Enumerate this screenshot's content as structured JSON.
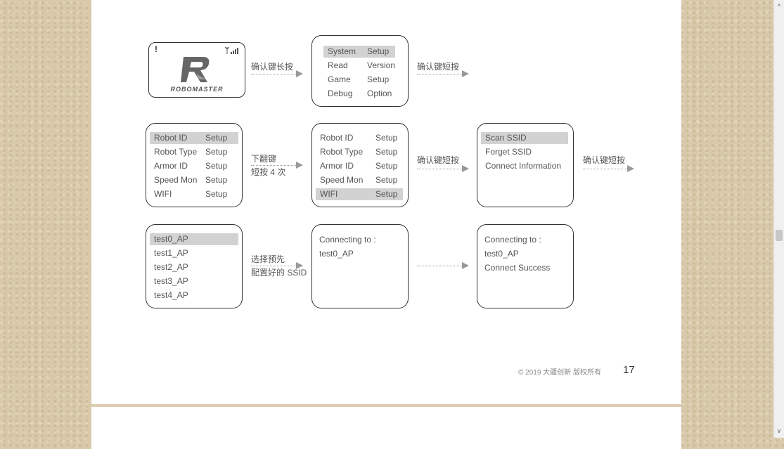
{
  "splash": {
    "alert": "!",
    "brand": "ROBOMASTER"
  },
  "row1": {
    "label1": "确认键长按",
    "menu": [
      {
        "c1": "System",
        "c2": "Setup",
        "hl": true
      },
      {
        "c1": "Read",
        "c2": "Version",
        "hl": false
      },
      {
        "c1": "Game",
        "c2": "Setup",
        "hl": false
      },
      {
        "c1": "Debug",
        "c2": "Option",
        "hl": false
      }
    ],
    "label2": "确认键短按"
  },
  "row2": {
    "menu_a": [
      {
        "c1": "Robot ID",
        "c2": "Setup",
        "hl": true
      },
      {
        "c1": "Robot Type",
        "c2": "Setup",
        "hl": false
      },
      {
        "c1": "Armor ID",
        "c2": "Setup",
        "hl": false
      },
      {
        "c1": "Speed Mon",
        "c2": "Setup",
        "hl": false
      },
      {
        "c1": "WIFI",
        "c2": "Setup",
        "hl": false
      }
    ],
    "label1_line1": "下翻键",
    "label1_line2": "短按 4 次",
    "menu_b": [
      {
        "c1": "Robot ID",
        "c2": "Setup",
        "hl": false
      },
      {
        "c1": "Robot Type",
        "c2": "Setup",
        "hl": false
      },
      {
        "c1": "Armor ID",
        "c2": "Setup",
        "hl": false
      },
      {
        "c1": "Speed Mon",
        "c2": "Setup",
        "hl": false
      },
      {
        "c1": "WIFI",
        "c2": "Setup",
        "hl": true
      }
    ],
    "label2": "确认键短按",
    "menu_c": [
      {
        "c1": "Scan SSID",
        "hl": true
      },
      {
        "c1": "Forget SSID",
        "hl": false
      },
      {
        "c1": "Connect Information",
        "hl": false
      }
    ],
    "label3": "确认键短按"
  },
  "row3": {
    "menu_a": [
      {
        "c1": "test0_AP",
        "hl": true
      },
      {
        "c1": "test1_AP",
        "hl": false
      },
      {
        "c1": "test2_AP",
        "hl": false
      },
      {
        "c1": "test3_AP",
        "hl": false
      },
      {
        "c1": "test4_AP",
        "hl": false
      }
    ],
    "label1_line1": "选择预先",
    "label1_line2": "配置好的 SSID",
    "box_b": [
      "Connecting to :",
      "test0_AP"
    ],
    "box_c": [
      "Connecting to :",
      "test0_AP",
      "Connect Success"
    ]
  },
  "footer": {
    "copyright": "© 2019 大疆创新 版权所有",
    "page_number": "17"
  },
  "scrollbar": {
    "up": "^",
    "down": "v"
  }
}
